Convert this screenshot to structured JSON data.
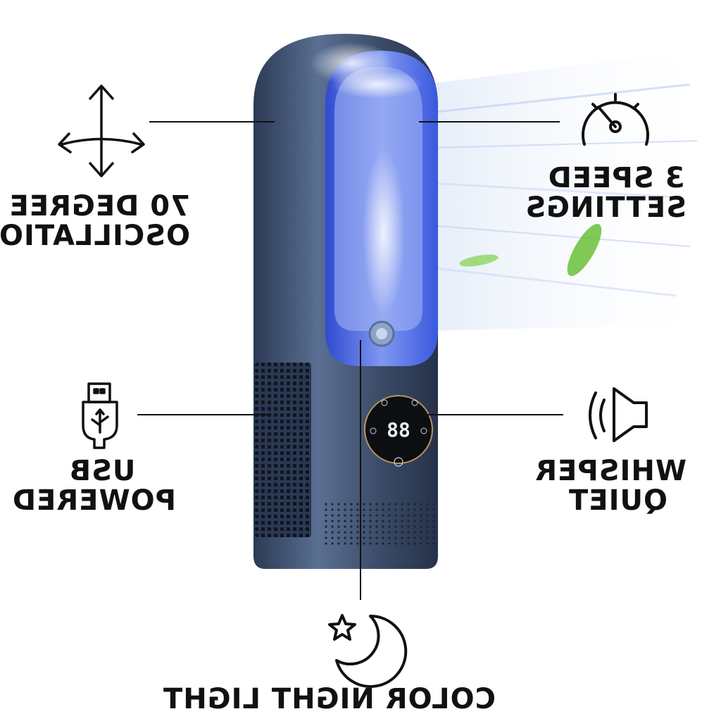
{
  "features": {
    "oscillation": {
      "line1": "70 DEGREE",
      "line2": "OSCILLATION",
      "icon": "move-arrows-icon"
    },
    "speed": {
      "line1": "3 SPEED",
      "line2": "SETTINGS",
      "icon": "speedometer-icon"
    },
    "usb": {
      "line1": "USB",
      "line2": "POWERED",
      "icon": "usb-plug-icon"
    },
    "quiet": {
      "line1": "WHISPER",
      "line2": "QUIET",
      "icon": "speaker-icon"
    },
    "night_light": {
      "line1": "COLOR NIGHT LIGHT",
      "icon": "moon-star-icon"
    }
  },
  "display": {
    "digits": "88"
  },
  "colors": {
    "body": "#3a4a66",
    "accent_blue": "#4a63d8",
    "panel": "#0c0e12",
    "leaf": "#6abf3a"
  }
}
